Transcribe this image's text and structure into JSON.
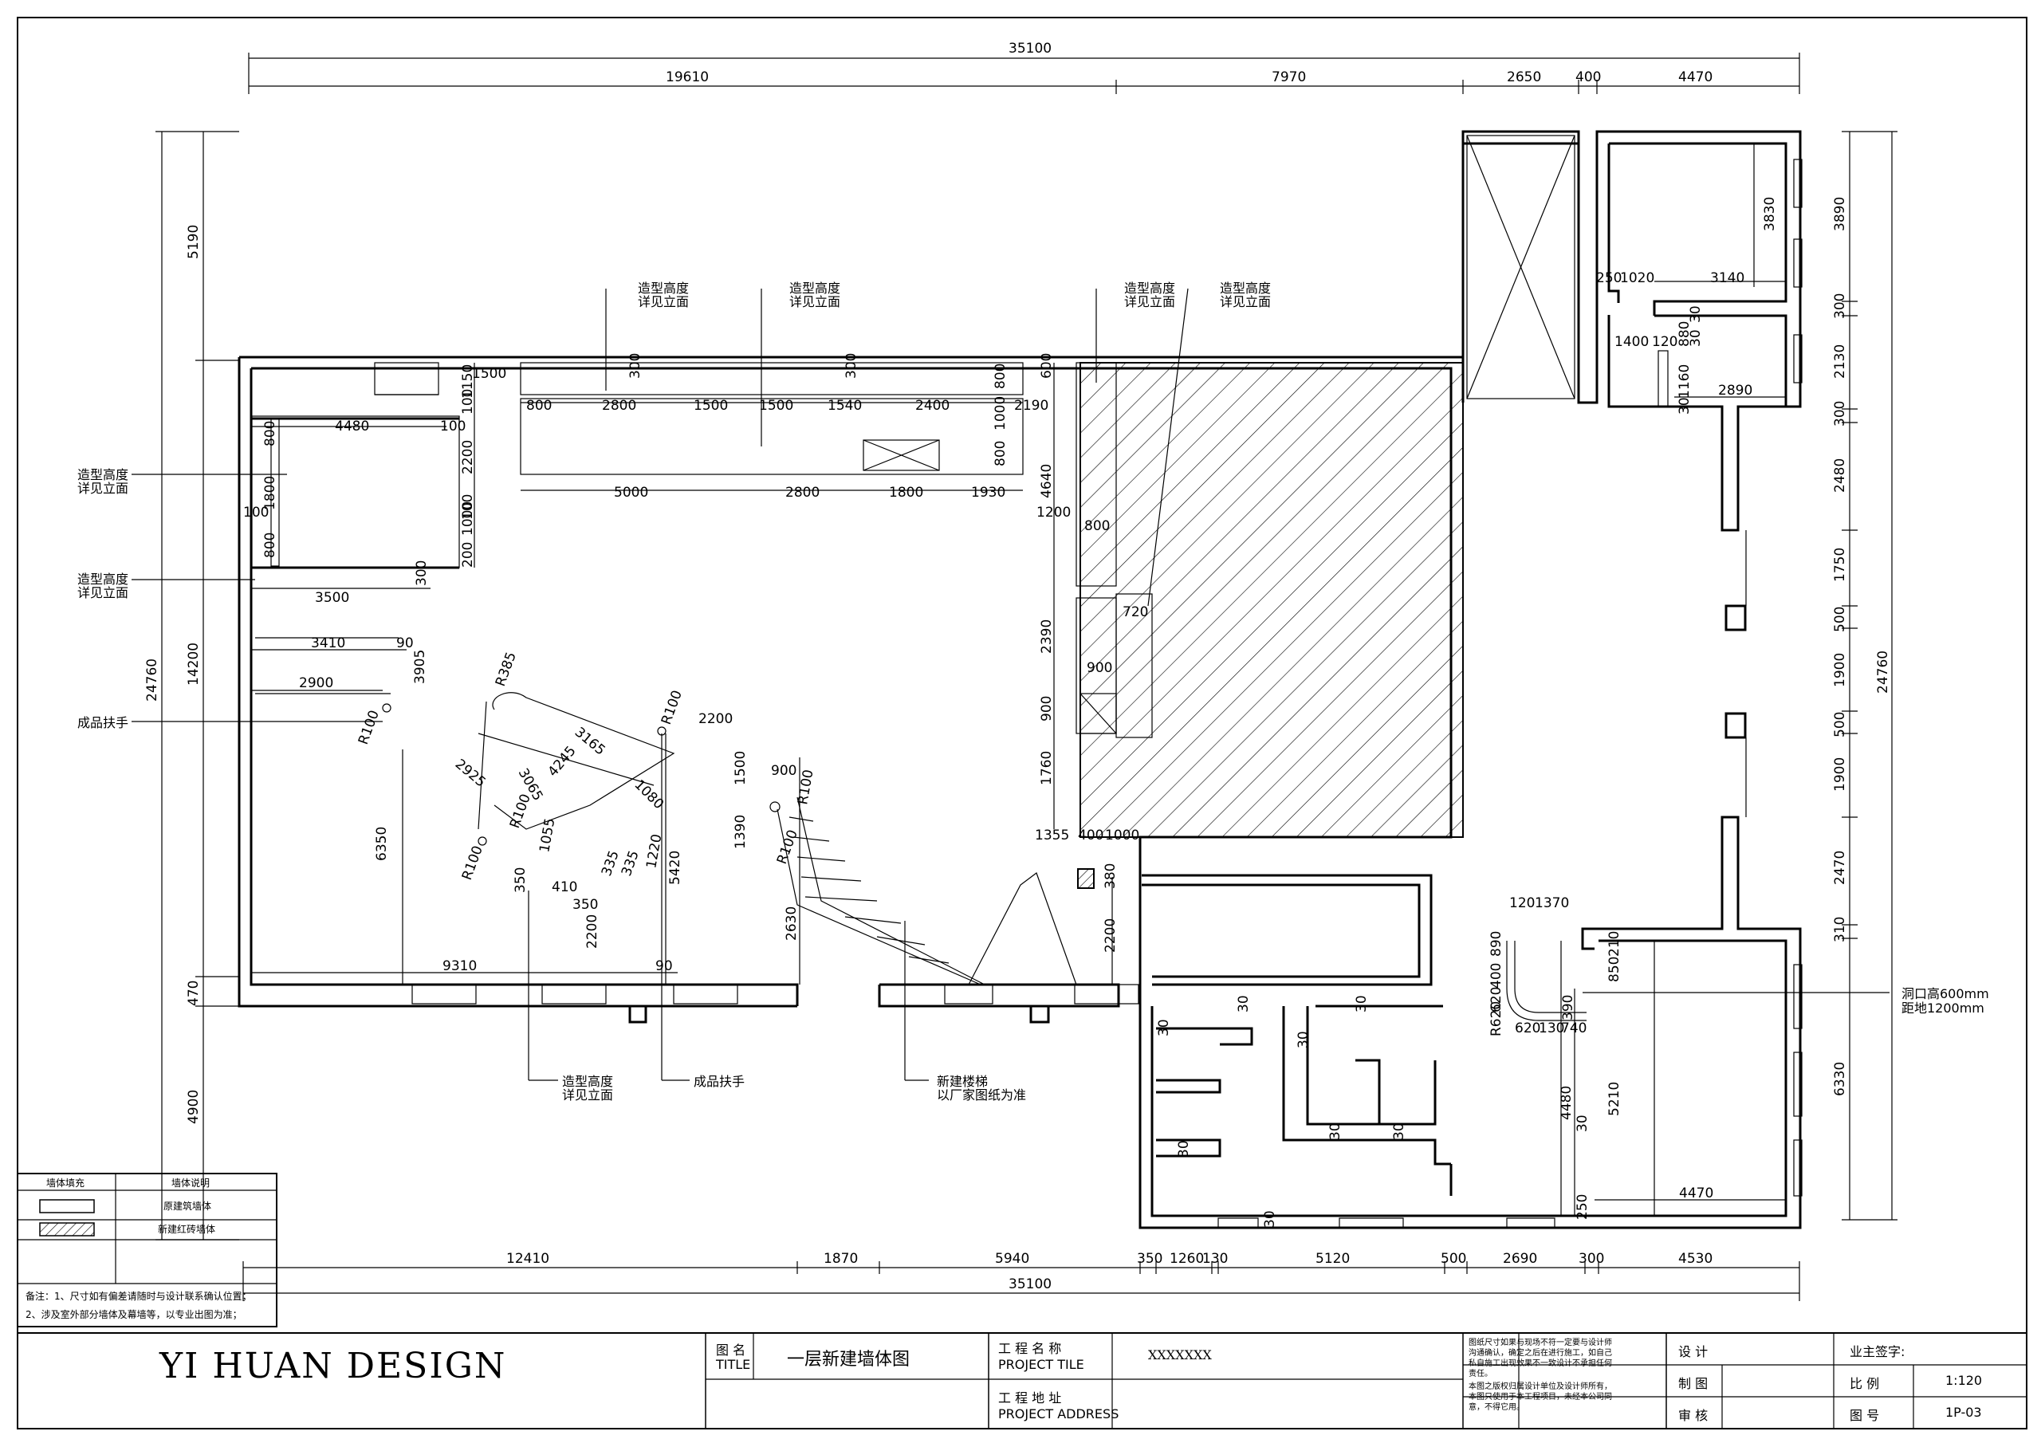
{
  "dims_top": {
    "total": "35100",
    "d1": "19610",
    "d2": "7970",
    "d3": "2650",
    "d4": "400",
    "d5": "4470"
  },
  "dims_bottom": {
    "total": "35100",
    "d1": "12410",
    "d2": "1870",
    "d3": "5940",
    "d4": "350",
    "d5": "1260",
    "d6": "130",
    "d7": "5120",
    "d8": "500",
    "d9": "2690",
    "d10": "300",
    "d11": "4530"
  },
  "dims_left": {
    "total": "24760",
    "a": "5190",
    "b": "14200",
    "c": "470",
    "d": "4900"
  },
  "dims_right": {
    "total": "24760",
    "r1": "3890",
    "r2": "300",
    "r3": "2130",
    "r4": "300",
    "r5": "2480",
    "r6": "1750",
    "r7": "500",
    "r8": "1900",
    "r9": "500",
    "r10": "1900",
    "r11": "2470",
    "r12": "310",
    "r13": "6330"
  },
  "dims_inner": {
    "i1": "1500",
    "i2": "300",
    "i3": "300",
    "i4": "800",
    "i5": "2800",
    "i6": "1500",
    "i7": "1500",
    "i8": "1540",
    "i9": "2400",
    "i10": "800",
    "i11": "2190",
    "i12": "1000",
    "i13": "800",
    "i14": "600",
    "i15": "5000",
    "i16": "2800",
    "i17": "1800",
    "i18": "1930",
    "i19": "4640",
    "i20": "1200",
    "i21": "800",
    "i22": "720",
    "i23": "2390",
    "i24": "900",
    "i25": "900",
    "i26": "1760",
    "j1": "4480",
    "j2": "100",
    "j3": "800",
    "j4": "1800",
    "j5": "800",
    "j6": "100",
    "j7": "2200",
    "j8": "1150",
    "j9": "100",
    "j10": "1000",
    "j11": "100",
    "j12": "200",
    "k1": "3500",
    "k2": "3410",
    "k3": "90",
    "k4": "3905",
    "k5": "2900",
    "k6": "R100",
    "k7": "6350",
    "k8": "9310",
    "k9": "90",
    "k10": "300",
    "s1": "R385",
    "s2": "3165",
    "s3": "4245",
    "s4": "2925",
    "s5": "3065",
    "s6": "R100",
    "s7": "2200",
    "s8": "R100",
    "s9": "1080",
    "s10": "1055",
    "s11": "1220",
    "s12": "5420",
    "s13": "R100",
    "s14": "350",
    "s15": "410",
    "s16": "350",
    "s17": "2200",
    "s18": "335",
    "s19": "335",
    "t1": "1500",
    "t2": "900",
    "t3": "R100",
    "t4": "1390",
    "t5": "R100",
    "t6": "2630",
    "t7": "1355",
    "t8": "400",
    "t9": "1000",
    "t10": "380",
    "t11": "2200",
    "u1": "250",
    "u2": "1020",
    "u3": "3140",
    "u4": "3830",
    "u5": "1400",
    "u6": "120",
    "u7": "880",
    "u8": "30",
    "u9": "30",
    "u10": "1160",
    "u11": "2890",
    "u12": "30",
    "v1": "120",
    "v2": "1370",
    "v3": "890",
    "v4": "400",
    "v5": "620",
    "v6": "R620",
    "v7": "620",
    "v8": "130",
    "v9": "740",
    "v10": "390",
    "v11": "210",
    "v12": "850",
    "v13": "5210",
    "v14": "4470",
    "v15": "4480",
    "v16": "30",
    "v17": "250",
    "w1": "30",
    "w2": "30",
    "w3": "30",
    "w4": "30",
    "w5": "30",
    "w6": "30",
    "w7": "30",
    "w8": "30"
  },
  "annotations": {
    "a1": "造型高度",
    "a1b": "详见立面",
    "a2": "造型高度",
    "a2b": "详见立面",
    "a3": "造型高度",
    "a3b": "详见立面",
    "a4": "造型高度",
    "a4b": "详见立面",
    "a5": "造型高度",
    "a5b": "详见立面",
    "a6": "造型高度",
    "a6b": "详见立面",
    "a7": "成品扶手",
    "a8": "造型高度",
    "a8b": "详见立面",
    "a9": "成品扶手",
    "a10": "新建楼梯",
    "a10b": "以厂家图纸为准",
    "a11": "洞口高600mm",
    "a11b": "距地1200mm"
  },
  "legend": {
    "col1": "墙体填充",
    "col2": "墙体说明",
    "row1": "原建筑墙体",
    "row2": "新建红砖墙体",
    "note1": "备注：1、尺寸如有偏差请随时与设计联系确认位置；",
    "note2": "2、涉及室外部分墙体及幕墙等，以专业出图为准；"
  },
  "title_block": {
    "brand": "YI HUAN   DESIGN",
    "title_cn": "图 名",
    "title_en": "TITLE",
    "drawing_title": "一层新建墙体图",
    "proj_name_cn": "工 程 名 称",
    "proj_name_en": "PROJECT TILE",
    "proj_name_val": "XXXXXXX",
    "proj_addr_cn": "工 程 地 址",
    "proj_addr_en": "PROJECT ADDRESS",
    "note_a": "图纸尺寸如果与现场不符一定要与设计师沟通确认，确定之后在进行施工，如自己私自施工出现效果不一致设计不承担任何责任。",
    "note_b": "本图之版权归属设计单位及设计师所有，本图只使用于本工程项目，未经本公司同意，不得它用。",
    "design": "设 计",
    "draw": "制 图",
    "review": "审 核",
    "owner_sign": "业主签字:",
    "scale_lbl": "比 例",
    "scale_val": "1:120",
    "num_lbl": "图 号",
    "num_val": "1P-03"
  }
}
